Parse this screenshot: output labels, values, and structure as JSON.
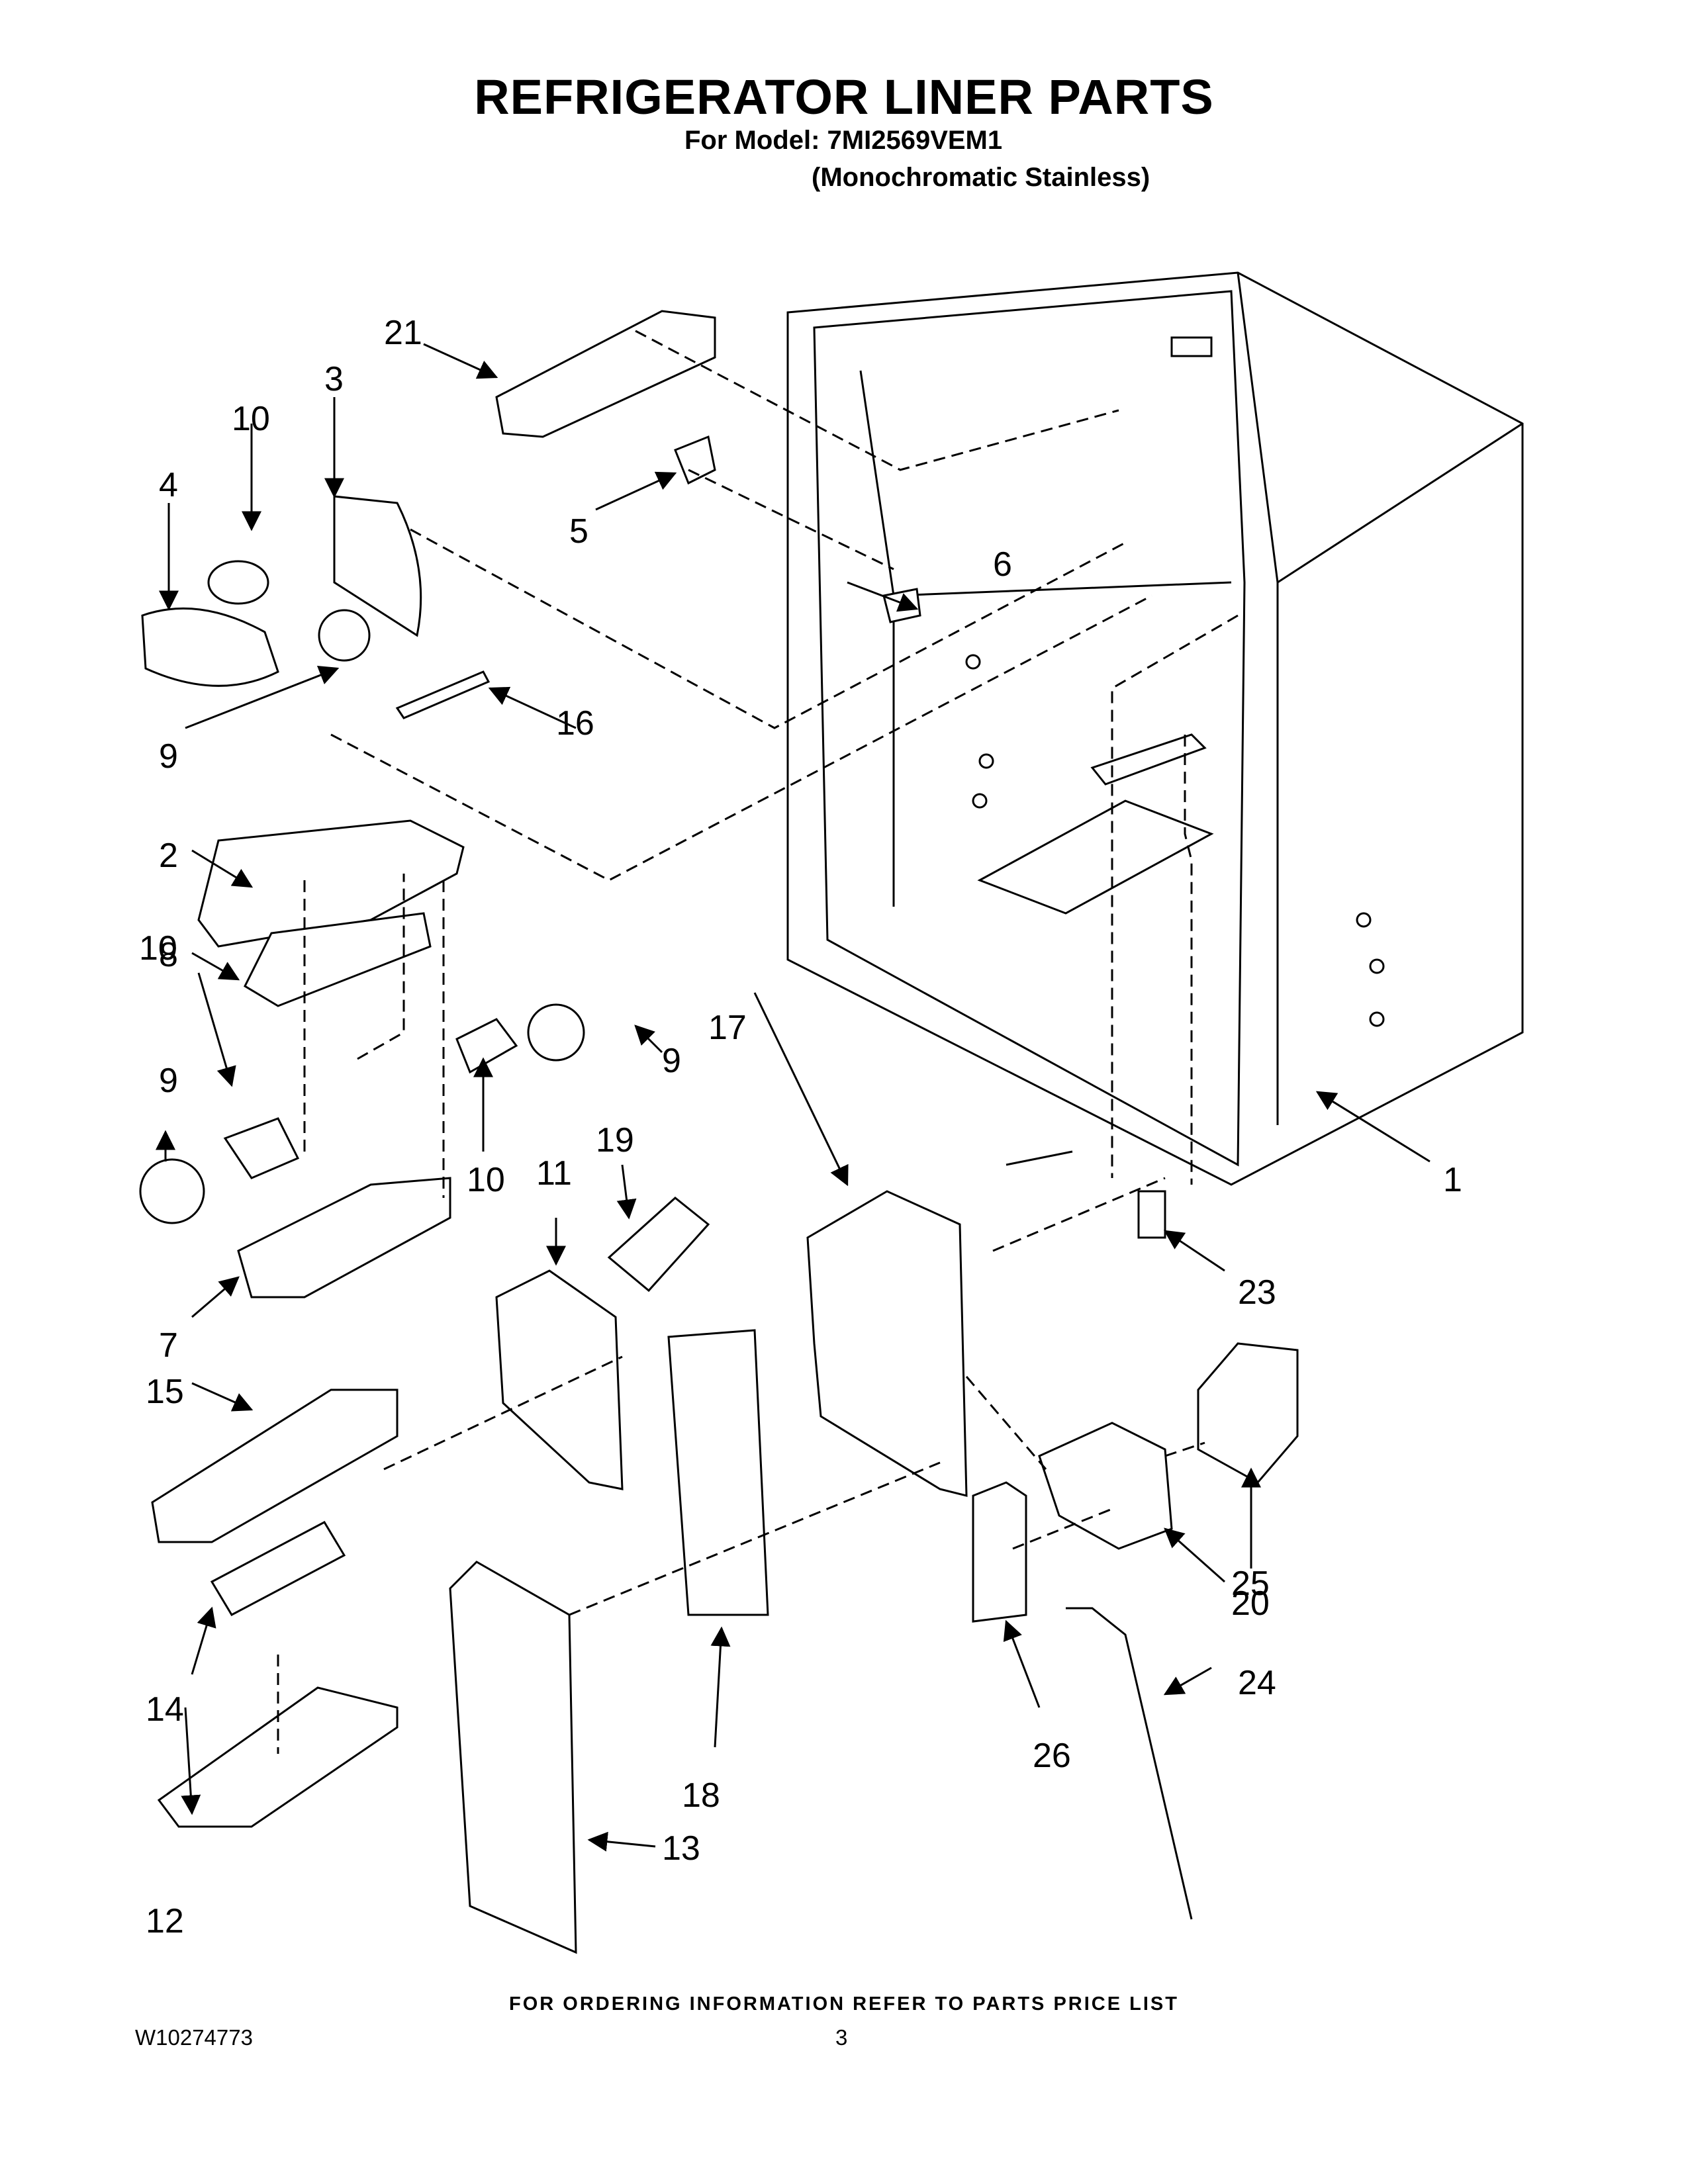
{
  "header": {
    "title": "REFRIGERATOR LINER PARTS",
    "model_line": "For Model: 7MI2569VEM1",
    "variant_line": "(Monochromatic Stainless)"
  },
  "callouts": [
    "1",
    "2",
    "3",
    "4",
    "5",
    "6",
    "7",
    "8",
    "9",
    "9",
    "9",
    "10",
    "10",
    "10",
    "11",
    "12",
    "13",
    "14",
    "15",
    "16",
    "17",
    "18",
    "19",
    "20",
    "21",
    "23",
    "24",
    "25",
    "26"
  ],
  "footer": {
    "ordering_note": "FOR ORDERING INFORMATION REFER TO PARTS PRICE LIST",
    "document_number": "W10274773",
    "page_number": "3"
  }
}
